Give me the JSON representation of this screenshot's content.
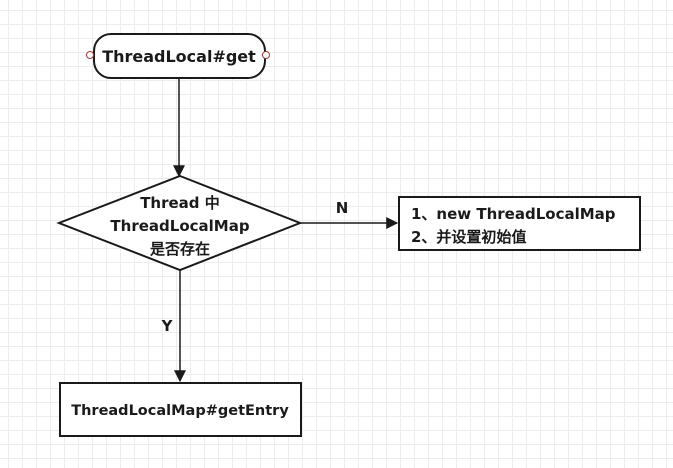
{
  "diagram": {
    "nodes": {
      "start": {
        "label": "ThreadLocal#get"
      },
      "decision": {
        "lines": [
          "Thread 中",
          "ThreadLocalMap",
          "是否存在"
        ]
      },
      "create": {
        "lines": [
          "1、new ThreadLocalMap",
          "2、并设置初始值"
        ]
      },
      "entry": {
        "label": "ThreadLocalMap#getEntry"
      }
    },
    "edges": {
      "no_label": "N",
      "yes_label": "Y"
    },
    "colors": {
      "stroke": "#1a1a1a",
      "connector_dot": "#a83a3a"
    }
  }
}
